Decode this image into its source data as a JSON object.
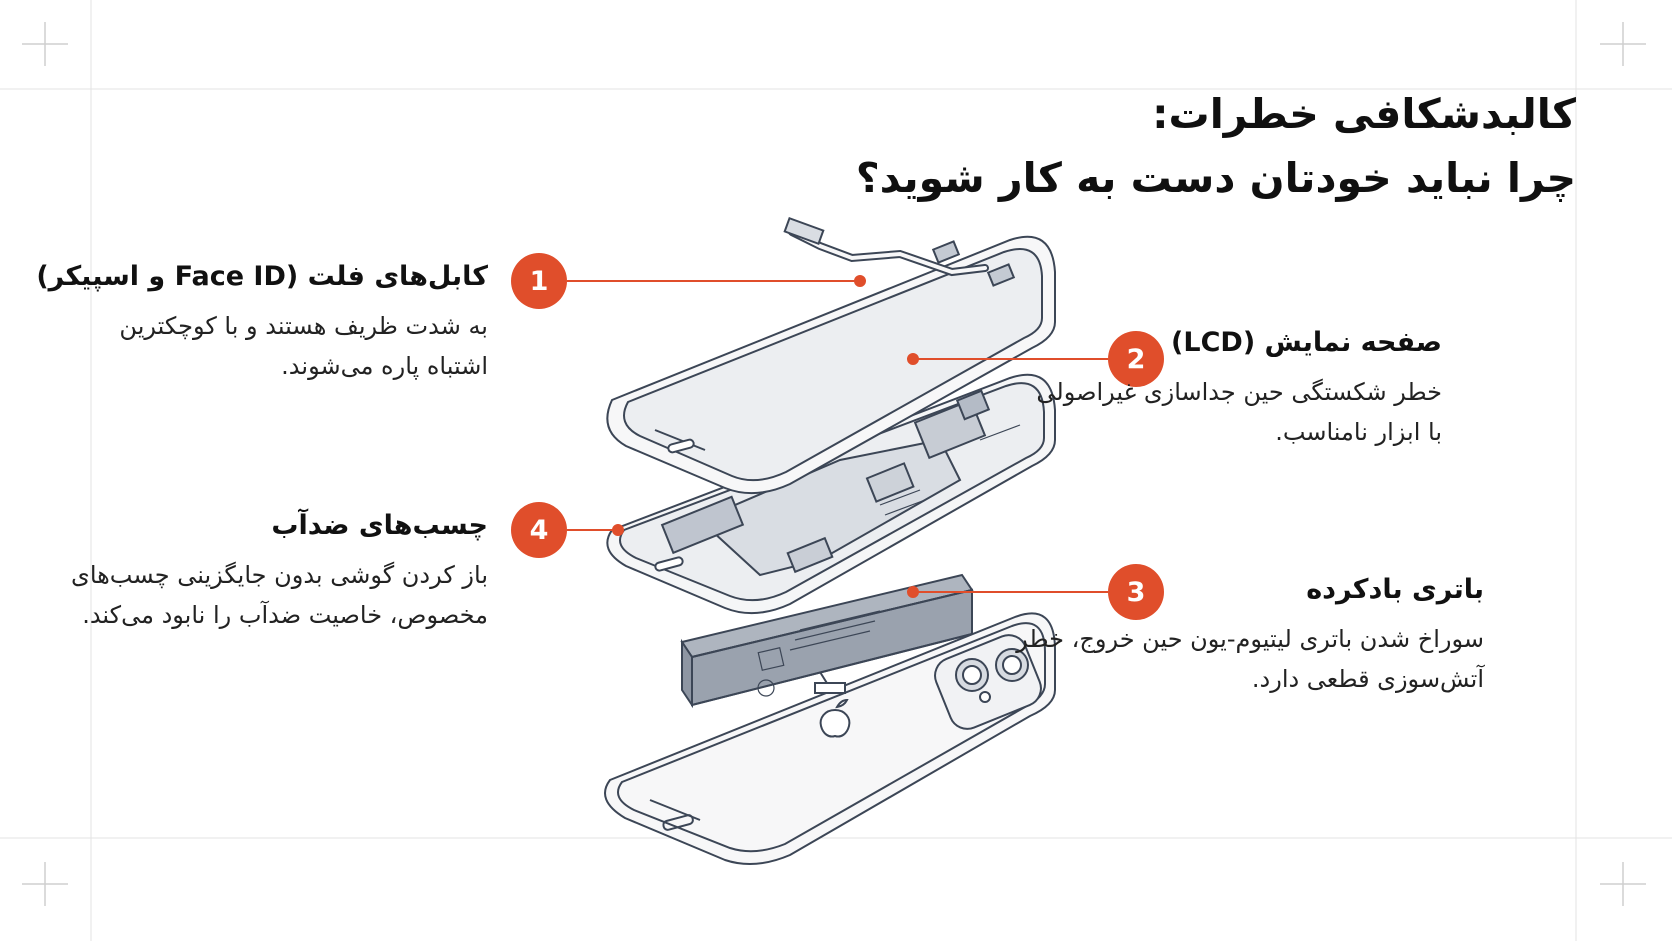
{
  "title": {
    "line1": "کالبدشکافی خطرات:",
    "line2": "چرا نباید خودتان دست به کار شوید؟"
  },
  "callouts": [
    {
      "number": "1",
      "heading": "کابل‌های فلت (Face ID و اسپیکر)",
      "body": "به شدت ظریف هستند و با کوچکترین اشتباه پاره می‌شوند."
    },
    {
      "number": "2",
      "heading": "صفحه نمایش (LCD)",
      "body": "خطر شکستگی حین جداسازی غیراصولی با ابزار نامناسب."
    },
    {
      "number": "3",
      "heading": "باتری بادکرده",
      "body": "سوراخ شدن باتری لیتیوم-یون حین خروج، خطر آتش‌سوزی قطعی دارد."
    },
    {
      "number": "4",
      "heading": "چسب‌های ضدآب",
      "body": "باز کردن گوشی بدون جایگزینی چسب‌های مخصوص، خاصیت ضدآب را نابود می‌کند."
    }
  ],
  "colors": {
    "accent": "#e04e2b",
    "line_art": "#3c4656",
    "panel": "#eceef1"
  },
  "icons": {
    "brand_logo": "apple-logo-icon"
  }
}
